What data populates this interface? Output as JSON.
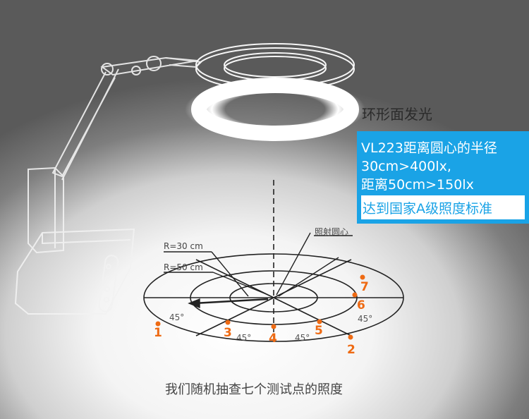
{
  "ring_label": "环形面发光",
  "info": {
    "text": "VL223距离圆心的半径\n30cm>400lx,\n距离50cm>150lx",
    "standard": "达到国家A级照度标准",
    "box_color": "#1aa3e6"
  },
  "diagram": {
    "center_label": "照射圆心",
    "r30_label": "R=30 cm",
    "r50_label": "R=50 cm",
    "angles": [
      "45°",
      "45°",
      "45°",
      "45°"
    ],
    "points": [
      "1",
      "2",
      "3",
      "4",
      "5",
      "6",
      "7"
    ],
    "point_color": "#ee6a13"
  },
  "caption": "我们随机抽查七个测试点的照度"
}
